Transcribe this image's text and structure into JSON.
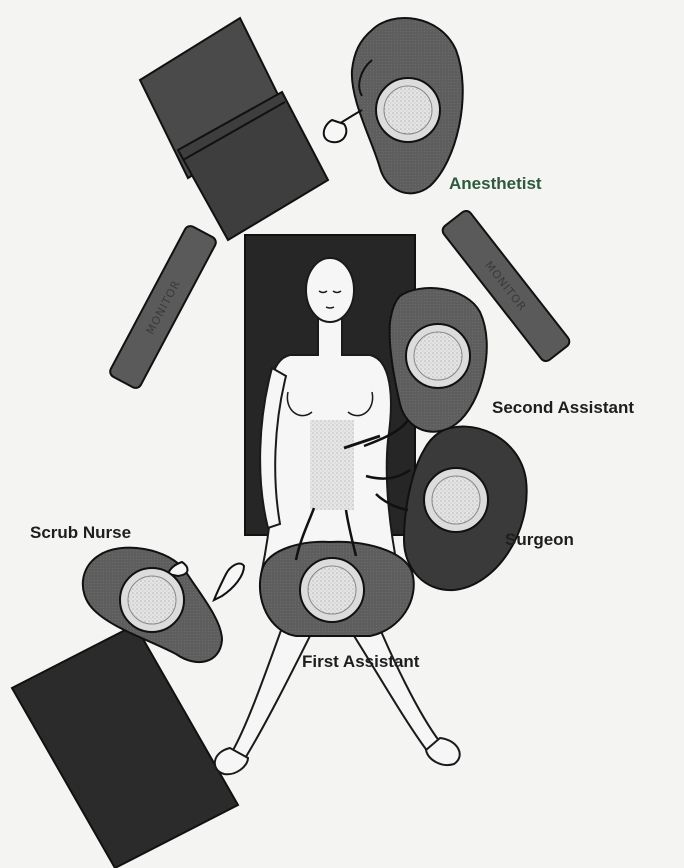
{
  "roles": {
    "anesthetist": "Anesthetist",
    "second_assistant": "Second Assistant",
    "surgeon": "Surgeon",
    "scrub_nurse": "Scrub Nurse",
    "first_assistant": "First Assistant"
  },
  "monitors": {
    "left": "MONITOR",
    "right": "MONITOR"
  },
  "colors": {
    "background": "#f4f4f2",
    "staff_gown": "#5e5e5e",
    "table": "#262626",
    "equipment": "#3a3a3a",
    "head_cap": "#dcdcdc",
    "anesthetist_label": "#2d5a3a"
  }
}
